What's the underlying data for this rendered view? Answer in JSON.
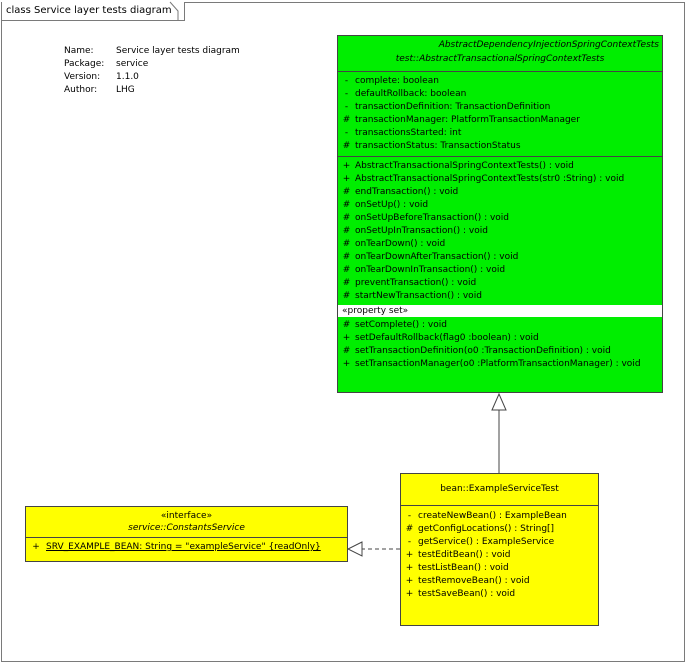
{
  "frame": {
    "title": "class Service layer tests diagram"
  },
  "meta": [
    {
      "key": "Name:",
      "value": "Service layer tests diagram"
    },
    {
      "key": "Package:",
      "value": "service"
    },
    {
      "key": "Version:",
      "value": "1.1.0"
    },
    {
      "key": "Author:",
      "value": "LHG"
    }
  ],
  "green_class": {
    "parent_name": "AbstractDependencyInjectionSpringContextTests",
    "name": "test::AbstractTransactionalSpringContextTests",
    "attributes": [
      {
        "vis": "-",
        "text": "complete:  boolean"
      },
      {
        "vis": "-",
        "text": "defaultRollback:  boolean"
      },
      {
        "vis": "-",
        "text": "transactionDefinition:  TransactionDefinition"
      },
      {
        "vis": "#",
        "text": "transactionManager:  PlatformTransactionManager"
      },
      {
        "vis": "-",
        "text": "transactionsStarted:  int"
      },
      {
        "vis": "#",
        "text": "transactionStatus:  TransactionStatus"
      }
    ],
    "operations": [
      {
        "vis": "+",
        "text": "AbstractTransactionalSpringContextTests() : void"
      },
      {
        "vis": "+",
        "text": "AbstractTransactionalSpringContextTests(str0 :String) : void"
      },
      {
        "vis": "#",
        "text": "endTransaction() : void"
      },
      {
        "vis": "#",
        "text": "onSetUp() : void"
      },
      {
        "vis": "#",
        "text": "onSetUpBeforeTransaction() : void"
      },
      {
        "vis": "#",
        "text": "onSetUpInTransaction() : void"
      },
      {
        "vis": "#",
        "text": "onTearDown() : void"
      },
      {
        "vis": "#",
        "text": "onTearDownAfterTransaction() : void"
      },
      {
        "vis": "#",
        "text": "onTearDownInTransaction() : void"
      },
      {
        "vis": "#",
        "text": "preventTransaction() : void"
      },
      {
        "vis": "#",
        "text": "startNewTransaction() : void"
      }
    ],
    "stereotype": "«property set»",
    "property_ops": [
      {
        "vis": "#",
        "text": "setComplete() : void"
      },
      {
        "vis": "+",
        "text": "setDefaultRollback(flag0 :boolean) : void"
      },
      {
        "vis": "#",
        "text": "setTransactionDefinition(o0 :TransactionDefinition) : void"
      },
      {
        "vis": "+",
        "text": "setTransactionManager(o0 :PlatformTransactionManager) : void"
      }
    ]
  },
  "test_class": {
    "name": "bean::ExampleServiceTest",
    "operations": [
      {
        "vis": "-",
        "text": "createNewBean() : ExampleBean"
      },
      {
        "vis": "#",
        "text": "getConfigLocations() : String[]"
      },
      {
        "vis": "-",
        "text": "getService() : ExampleService"
      },
      {
        "vis": "+",
        "text": "testEditBean() : void"
      },
      {
        "vis": "+",
        "text": "testListBean() : void"
      },
      {
        "vis": "+",
        "text": "testRemoveBean() : void"
      },
      {
        "vis": "+",
        "text": "testSaveBean() : void"
      }
    ]
  },
  "interface": {
    "stereotype": "«interface»",
    "name": "service::ConstantsService",
    "attributes": [
      {
        "vis": "+",
        "text": "SRV_EXAMPLE_BEAN:  String = \"exampleService\" {readOnly}"
      }
    ]
  },
  "colors": {
    "class_green": "#00ee00",
    "class_yellow": "#ffff00"
  }
}
